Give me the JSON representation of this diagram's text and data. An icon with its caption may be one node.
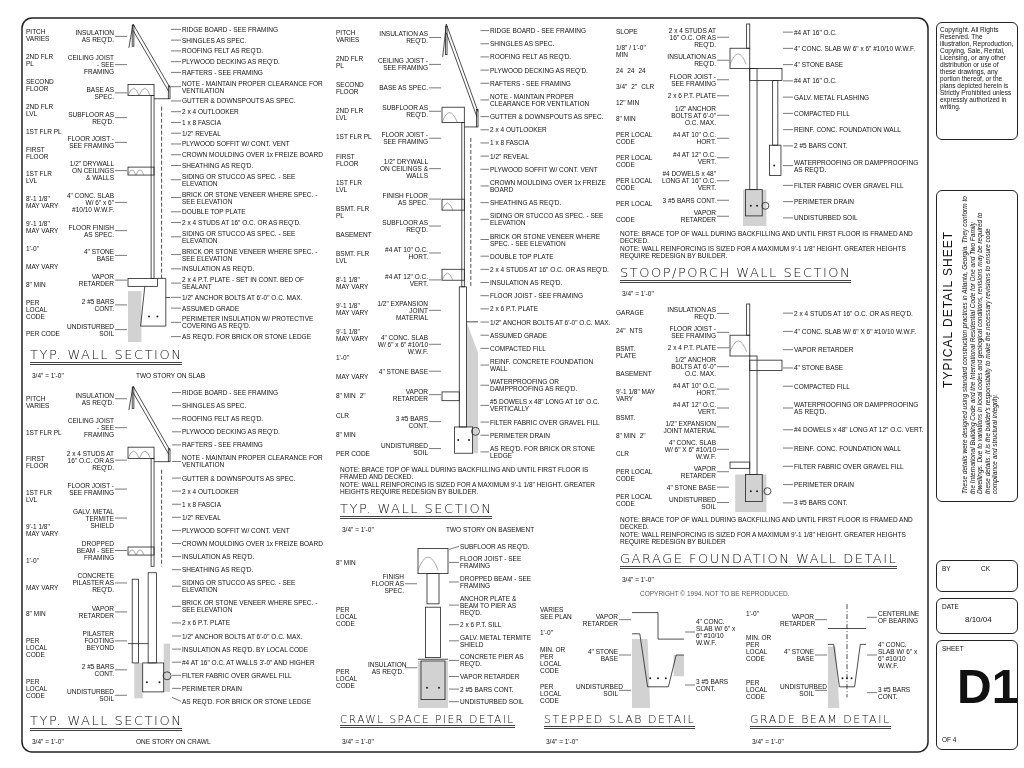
{
  "diagram": {
    "nodes": [
      {
        "text": [
          "INSULATION AS REQ'D."
        ]
      },
      {
        "text": [
          "CEILING JOIST - SEE FRAMING"
        ]
      },
      {
        "text": [
          "BASE AS SPEC."
        ]
      },
      {
        "text": [
          "SUBFLOOR AS REQ'D."
        ]
      },
      {
        "text": [
          "FLOOR JOIST - SEE FRAMING"
        ]
      },
      {
        "text": [
          "1/2\" DRYWALL ON CEILINGS & WALLS"
        ]
      },
      {
        "text": [
          "4\" CONC. SLAB W/ 6\" x 6\" #10/10 W.W.F."
        ]
      },
      {
        "text": [
          "FLOOR FINISH AS SPEC."
        ]
      },
      {
        "text": [
          "4\" STONE BASE"
        ]
      },
      {
        "text": [
          "VAPOR RETARDER"
        ]
      },
      {
        "text": [
          "2 #5 BARS CONT."
        ]
      },
      {
        "text": [
          "UNDISTURBED SOIL"
        ]
      },
      {
        "text": [
          "RIDGE BOARD - SEE FRAMING"
        ]
      },
      {
        "text": [
          "SHINGLES AS SPEC."
        ]
      },
      {
        "text": [
          "ROOFING FELT AS REQ'D."
        ]
      },
      {
        "text": [
          "PLYWOOD DECKING AS REQ'D."
        ]
      },
      {
        "text": [
          "RAFTERS - SEE FRAMING"
        ]
      },
      {
        "text": [
          "NOTE - MAINTAIN PROPER CLEARANCE FOR VENTILATION"
        ]
      },
      {
        "text": [
          "GUTTER & DOWNSPOUTS AS SPEC."
        ]
      },
      {
        "text": [
          "2 x 4 OUTLOOKER"
        ]
      },
      {
        "text": [
          "1 x 8 FASCIA"
        ]
      },
      {
        "text": [
          "1/2\" REVEAL"
        ]
      },
      {
        "text": [
          "PLYWOOD SOFFIT W/ CONT. VENT"
        ]
      },
      {
        "text": [
          "CROWN MOULDING OVER 1x FREIZE BOARD"
        ]
      },
      {
        "text": [
          "SHEATHING AS REQ'D."
        ]
      },
      {
        "text": [
          "SIDING OR STUCCO AS SPEC. - SEE ELEVATION"
        ]
      },
      {
        "text": [
          "BRICK OR STONE VENEER WHERE SPEC. - SEE ELEVATION"
        ]
      },
      {
        "text": [
          "DOUBLE TOP PLATE"
        ]
      },
      {
        "text": [
          "2 x 4 STUDS AT 16\" O.C. OR AS REQ'D."
        ]
      },
      {
        "text": [
          "SIDING OR STUCCO AS SPEC. - SEE ELEVATION"
        ]
      },
      {
        "text": [
          "BRICK OR STONE VENEER WHERE SPEC. - SEE ELEVATION"
        ]
      },
      {
        "text": [
          "INSULATION AS REQ'D."
        ]
      },
      {
        "text": [
          "2 x 4 P.T. PLATE - SET IN CONT. BED OF SEALANT"
        ]
      },
      {
        "text": [
          "1/2\" ANCHOR BOLTS AT 6'-0\" O.C. MAX."
        ]
      },
      {
        "text": [
          "ASSUMED GRADE"
        ]
      },
      {
        "text": [
          "PERIMETER INSULATION W/ PROTECTIVE COVERING AS REQ'D."
        ]
      },
      {
        "text": [
          "AS REQ'D. FOR BRICK OR STONE LEDGE"
        ]
      },
      {
        "text": [
          "INSULATION AS REQ'D."
        ]
      },
      {
        "text": [
          "CEILING JOIST - SEE FRAMING"
        ]
      },
      {
        "text": [
          "2 x 4 STUDS AT 16\" O.C. OR AS REQ'D."
        ]
      },
      {
        "text": [
          "FLOOR JOIST - SEE FRAMING"
        ]
      },
      {
        "text": [
          "GALV. METAL TERMITE SHIELD"
        ]
      },
      {
        "text": [
          "DROPPED BEAM - SEE FRAMING"
        ]
      },
      {
        "text": [
          "CONCRETE PILASTER AS REQ'D."
        ]
      },
      {
        "text": [
          "VAPOR RETARDER"
        ]
      },
      {
        "text": [
          "PILASTER FOOTING BEYOND"
        ]
      },
      {
        "text": [
          "2 #5 BARS CONT."
        ]
      },
      {
        "text": [
          "UNDISTURBED SOIL"
        ]
      },
      {
        "text": [
          "RIDGE BOARD - SEE FRAMING"
        ]
      },
      {
        "text": [
          "SHINGLES AS SPEC."
        ]
      },
      {
        "text": [
          "ROOFING FELT AS REQ'D."
        ]
      },
      {
        "text": [
          "PLYWOOD DECKING AS REQ'D."
        ]
      },
      {
        "text": [
          "RAFTERS - SEE FRAMING"
        ]
      },
      {
        "text": [
          "NOTE - MAINTAIN PROPER CLEARANCE FOR VENTILATION"
        ]
      },
      {
        "text": [
          "GUTTER & DOWNSPOUTS AS SPEC."
        ]
      },
      {
        "text": [
          "2 x 4 OUTLOOKER"
        ]
      },
      {
        "text": [
          "1 x 8 FASCIA"
        ]
      },
      {
        "text": [
          "1/2\" REVEAL"
        ]
      },
      {
        "text": [
          "PLYWOOD SOFFIT W/ CONT. VENT"
        ]
      },
      {
        "text": [
          "CROWN MOULDING OVER 1x FREIZE BOARD"
        ]
      },
      {
        "text": [
          "INSULATION AS REQ'D."
        ]
      },
      {
        "text": [
          "SHEATHING AS REQ'D."
        ]
      },
      {
        "text": [
          "SIDING OR STUCCO AS SPEC. - SEE ELEVATION"
        ]
      },
      {
        "text": [
          "BRICK OR STONE VENEER WHERE SPEC. - SEE ELEVATION"
        ]
      },
      {
        "text": [
          "2 x 6 P.T. PLATE"
        ]
      },
      {
        "text": [
          "1/2\" ANCHOR BOLTS AT 6'-0\" O.C. MAX."
        ]
      },
      {
        "text": [
          "INSULATION AS REQ'D. BY LOCAL CODE"
        ]
      },
      {
        "text": [
          "#4 AT 16\" O.C. AT WALLS 3'-0\" AND HIGHER"
        ]
      },
      {
        "text": [
          "FILTER FABRIC OVER GRAVEL FILL"
        ]
      },
      {
        "text": [
          "PERIMETER DRAIN"
        ]
      },
      {
        "text": [
          "AS REQ'D. FOR BRICK OR STONE LEDGE"
        ]
      },
      {
        "text": [
          "INSULATION AS REQ'D."
        ]
      },
      {
        "text": [
          "CEILING JOIST - SEE FRAMING"
        ]
      },
      {
        "text": [
          "BASE AS SPEC."
        ]
      },
      {
        "text": [
          "SUBFLOOR AS REQ'D."
        ]
      },
      {
        "text": [
          "FLOOR JOIST - SEE FRAMING"
        ]
      },
      {
        "text": [
          "1/2\" DRYWALL ON CEILINGS & WALLS"
        ]
      },
      {
        "text": [
          "FINISH FLOOR AS SPEC."
        ]
      },
      {
        "text": [
          "SUBFLOOR AS REQ'D."
        ]
      },
      {
        "text": [
          "#4 AT 10\" O.C. HORT."
        ]
      },
      {
        "text": [
          "#4 AT 12\" O.C. VERT."
        ]
      },
      {
        "text": [
          "1/2\" EXPANSION JOINT MATERIAL"
        ]
      },
      {
        "text": [
          "4\" CONC. SLAB W/ 6\" x 6\" #10/10 W.W.F."
        ]
      },
      {
        "text": [
          "4\" STONE BASE"
        ]
      },
      {
        "text": [
          "VAPOR RETARDER"
        ]
      },
      {
        "text": [
          "3 #5 BARS CONT."
        ]
      },
      {
        "text": [
          "UNDISTURBED SOIL"
        ]
      },
      {
        "text": [
          "RIDGE BOARD - SEE FRAMING"
        ]
      },
      {
        "text": [
          "SHINGLES AS SPEC."
        ]
      },
      {
        "text": [
          "ROOFING FELT AS REQ'D."
        ]
      },
      {
        "text": [
          "PLYWOOD DECKING AS REQ'D."
        ]
      },
      {
        "text": [
          "RAFTERS - SEE FRAMING"
        ]
      },
      {
        "text": [
          "NOTE - MAINTAIN PROPER CLEARANCE FOR VENTILATION"
        ]
      },
      {
        "text": [
          "GUTTER & DOWNSPOUTS AS SPEC."
        ]
      },
      {
        "text": [
          "2 x 4 OUTLOOKER"
        ]
      },
      {
        "text": [
          "1 x 8 FASCIA"
        ]
      },
      {
        "text": [
          "1/2\" REVEAL"
        ]
      },
      {
        "text": [
          "PLYWOOD SOFFIT W/ CONT. VENT"
        ]
      },
      {
        "text": [
          "CROWN MOULDING OVER 1x FREIZE BOARD"
        ]
      },
      {
        "text": [
          "SHEATHING AS REQ'D."
        ]
      },
      {
        "text": [
          "SIDING OR STUCCO AS SPEC. - SEE ELEVATION"
        ]
      },
      {
        "text": [
          "BRICK OR STONE VENEER WHERE SPEC. - SEE ELEVATION"
        ]
      },
      {
        "text": [
          "DOUBLE TOP PLATE"
        ]
      },
      {
        "text": [
          "2 x 4 STUDS AT 16\" O.C. OR AS REQ'D."
        ]
      },
      {
        "text": [
          "INSULATION AS REQ'D."
        ]
      },
      {
        "text": [
          "FLOOR JOIST - SEE FRAMING"
        ]
      },
      {
        "text": [
          "2 x 6 P.T. PLATE"
        ]
      },
      {
        "text": [
          "1/2\" ANCHOR BOLTS AT 6'-0\" O.C. MAX."
        ]
      },
      {
        "text": [
          "ASSUMED GRADE"
        ]
      },
      {
        "text": [
          "COMPACTED FILL"
        ]
      },
      {
        "text": [
          "REINF. CONCRETE FOUNDATION WALL"
        ]
      },
      {
        "text": [
          "WATERPROOFING OR DAMPPROOFING AS REQ'D."
        ]
      },
      {
        "text": [
          "#5 DOWELS x 48\" LONG AT 16\" O.C. VERTICALLY"
        ]
      },
      {
        "text": [
          "FILTER FABRIC OVER GRAVEL FILL"
        ]
      },
      {
        "text": [
          "PERIMETER DRAIN"
        ]
      },
      {
        "text": [
          "AS REQ'D. FOR BRICK OR STONE LEDGE"
        ]
      },
      {
        "text": [
          "2 x 4 STUDS AT 16\" O.C. OR AS REQ'D."
        ]
      },
      {
        "text": [
          "INSULATION AS REQ'D."
        ]
      },
      {
        "text": [
          "FLOOR JOIST - SEE FRAMING"
        ]
      },
      {
        "text": [
          "2 x 6 P.T. PLATE"
        ]
      },
      {
        "text": [
          "1/2\" ANCHOR BOLTS AT 6'-0\" O.C. MAX."
        ]
      },
      {
        "text": [
          "#4 AT 10\" O.C. HORT."
        ]
      },
      {
        "text": [
          "#4 AT 12\" O.C. VERT."
        ]
      },
      {
        "text": [
          "#4 DOWELS x 48\" LONG AT 16\" O.C. VERT."
        ]
      },
      {
        "text": [
          "3 #5 BARS CONT."
        ]
      },
      {
        "text": [
          "VAPOR RETARDER"
        ]
      },
      {
        "text": [
          "#4 AT 16\" O.C."
        ]
      },
      {
        "text": [
          "4\" CONC. SLAB W/ 6\" x 6\" #10/10 W.W.F."
        ]
      },
      {
        "text": [
          "4\" STONE BASE"
        ]
      },
      {
        "text": [
          "#4 AT 16\" O.C."
        ]
      },
      {
        "text": [
          "GALV. METAL FLASHING"
        ]
      },
      {
        "text": [
          "COMPACTED FILL"
        ]
      },
      {
        "text": [
          "REINF. CONC. FOUNDATION WALL"
        ]
      },
      {
        "text": [
          "2 #5 BARS CONT."
        ]
      },
      {
        "text": [
          "WATERPROOFING OR DAMPPROOFING AS REQ'D."
        ]
      },
      {
        "text": [
          "FILTER FABRIC OVER GRAVEL FILL"
        ]
      },
      {
        "text": [
          "PERIMETER DRAIN"
        ]
      },
      {
        "text": [
          "UNDISTURBED SOIL"
        ]
      },
      {
        "text": [
          "INSULATION AS REQ'D."
        ]
      },
      {
        "text": [
          "FLOOR JOIST - SEE FRAMING"
        ]
      },
      {
        "text": [
          "2 x 4 P.T. PLATE"
        ]
      },
      {
        "text": [
          "1/2\" ANCHOR BOLTS AT 6'-0\" O.C. MAX."
        ]
      },
      {
        "text": [
          "#4 AT 10\" O.C. HORT."
        ]
      },
      {
        "text": [
          "#4 AT 12\" O.C. VERT."
        ]
      },
      {
        "text": [
          "1/2\" EXPANSION JOINT MATERIAL"
        ]
      },
      {
        "text": [
          "4\" CONC. SLAB W/ 6\" X 6\" #10/10 W.W.F."
        ]
      },
      {
        "text": [
          "VAPOR RETARDER"
        ]
      },
      {
        "text": [
          "4\" STONE BASE"
        ]
      },
      {
        "text": [
          "UNDISTURBED SOIL"
        ]
      },
      {
        "text": [
          "2 x 4 STUDS AT 16\" O.C. OR AS REQ'D."
        ]
      },
      {
        "text": [
          "4\" CONC. SLAB W/ 6\" X 6\" #10/10 W.W.F."
        ]
      },
      {
        "text": [
          "VAPOR RETARDER"
        ]
      },
      {
        "text": [
          "4\" STONE BASE"
        ]
      },
      {
        "text": [
          "COMPACTED FILL"
        ]
      },
      {
        "text": [
          "WATERPROOFING OR DAMPPROOFING AS REQ'D."
        ]
      },
      {
        "text": [
          "#4 DOWELS x 48\" LONG AT 12\" O.C. VERT."
        ]
      },
      {
        "text": [
          "REINF. CONC. FOUNDATION WALL"
        ]
      },
      {
        "text": [
          "FILTER FABRIC OVER GRAVEL FILL"
        ]
      },
      {
        "text": [
          "PERIMETER DRAIN"
        ]
      },
      {
        "text": [
          "3 #5 BARS CONT."
        ]
      },
      {
        "text": [
          "FINISH FLOOR AS SPEC."
        ]
      },
      {
        "text": [
          "INSULATION AS REQ'D."
        ]
      },
      {
        "text": [
          "SUBFLOOR AS REQ'D."
        ]
      },
      {
        "text": [
          "FLOOR JOIST - SEE FRAMING"
        ]
      },
      {
        "text": [
          "DROPPED BEAM - SEE FRAMING"
        ]
      },
      {
        "text": [
          "ANCHOR PLATE & BEAM TO PIER AS REQ'D."
        ]
      },
      {
        "text": [
          "2 x 6 P.T. SILL"
        ]
      },
      {
        "text": [
          "GALV. METAL TERMITE SHIELD"
        ]
      },
      {
        "text": [
          "CONCRETE PIER AS REQ'D."
        ]
      },
      {
        "text": [
          "VAPOR RETARDER"
        ]
      },
      {
        "text": [
          "2 #5 BARS CONT."
        ]
      },
      {
        "text": [
          "UNDISTURBED SOIL"
        ]
      },
      {
        "text": [
          "VAPOR RETARDER"
        ]
      },
      {
        "text": [
          "4\" STONE BASE"
        ]
      },
      {
        "text": [
          "UNDISTURBED SOIL"
        ]
      },
      {
        "text": [
          "4\" CONC. SLAB W/ 6\" x 6\" #10/10 W.W.F."
        ]
      },
      {
        "text": [
          "3 #5 BARS CONT."
        ]
      },
      {
        "text": [
          "VAPOR RETARDER"
        ]
      },
      {
        "text": [
          "4\" STONE BASE"
        ]
      },
      {
        "text": [
          "UNDISTURBED SOIL"
        ]
      },
      {
        "text": [
          "CENTERLINE OF BEARING"
        ]
      },
      {
        "text": [
          "4\" CONC. SLAB W/ 6\" x 6\" #10/10 W.W.F."
        ]
      },
      {
        "text": [
          "3 #5 BARS CONT."
        ]
      },
      {
        "text": [
          "Copyright. All Rights Reserved. The illustration, Reproduction, Copying, Sale, Rental, Licensing, or any other distribution or use of these drawings, any portion thereof, or the plans depicted herein is Strictly Prohibited unless expressly authorized in writing."
        ]
      },
      {
        "text": [
          "TYPICAL DETAIL SHEET",
          "These details were designed using standard construction practices in Atlanta, Georgia. They conform to the International Building Code and the International Residential Code for One and Two Family Dwellings. Due to variations in local codes and geological conditions, revisions may be required to these details. It is the builder's responsibility to make the necessary revisions to ensure code compliance and structural integrity."
        ]
      },
      {
        "text": [
          "BY",
          "CK"
        ]
      },
      {
        "text": [
          "DATE",
          "8/10/04"
        ]
      },
      {
        "text": [
          "SHEET",
          "D1",
          "OF 4"
        ]
      },
      {
        "text": [],
        "shape": "picture"
      },
      {
        "text": [],
        "shape": "picture"
      },
      {
        "text": [],
        "shape": "picture"
      },
      {
        "text": [],
        "shape": "picture"
      },
      {
        "text": [],
        "shape": "picture"
      },
      {
        "text": [],
        "shape": "picture"
      },
      {
        "text": [],
        "shape": "picture"
      },
      {
        "text": [],
        "shape": "picture"
      }
    ],
    "edges": [
      {
        "from": 0,
        "to": 188,
        "arrow": "none"
      },
      {
        "from": 1,
        "to": 188,
        "arrow": "none"
      },
      {
        "from": 2,
        "to": 188,
        "arrow": "none"
      },
      {
        "from": 3,
        "to": 188,
        "arrow": "none"
      },
      {
        "from": 4,
        "to": 188,
        "arrow": "none"
      },
      {
        "from": 5,
        "to": 188,
        "arrow": "none"
      },
      {
        "from": 6,
        "to": 188,
        "arrow": "none"
      },
      {
        "from": 7,
        "to": 188,
        "arrow": "none"
      },
      {
        "from": 8,
        "to": 188,
        "arrow": "none"
      },
      {
        "from": 9,
        "to": 188,
        "arrow": "none"
      },
      {
        "from": 10,
        "to": 188,
        "arrow": "none"
      },
      {
        "from": 11,
        "to": 188,
        "arrow": "none"
      },
      {
        "from": 12,
        "to": 188,
        "arrow": "none"
      },
      {
        "from": 13,
        "to": 188,
        "arrow": "none"
      },
      {
        "from": 14,
        "to": 188,
        "arrow": "none"
      },
      {
        "from": 15,
        "to": 188,
        "arrow": "none"
      },
      {
        "from": 16,
        "to": 188,
        "arrow": "none"
      },
      {
        "from": 17,
        "to": 188,
        "arrow": "none"
      },
      {
        "from": 18,
        "to": 188,
        "arrow": "none"
      },
      {
        "from": 19,
        "to": 188,
        "arrow": "none"
      },
      {
        "from": 20,
        "to": 188,
        "arrow": "none"
      },
      {
        "from": 21,
        "to": 188,
        "arrow": "none"
      },
      {
        "from": 22,
        "to": 188,
        "arrow": "none"
      },
      {
        "from": 23,
        "to": 188,
        "arrow": "none"
      },
      {
        "from": 24,
        "to": 188,
        "arrow": "none"
      },
      {
        "from": 25,
        "to": 188,
        "arrow": "none"
      },
      {
        "from": 26,
        "to": 188,
        "arrow": "none"
      },
      {
        "from": 27,
        "to": 188,
        "arrow": "none"
      },
      {
        "from": 28,
        "to": 188,
        "arrow": "none"
      },
      {
        "from": 29,
        "to": 188,
        "arrow": "none"
      },
      {
        "from": 30,
        "to": 188,
        "arrow": "none"
      },
      {
        "from": 31,
        "to": 188,
        "arrow": "none"
      },
      {
        "from": 32,
        "to": 188,
        "arrow": "none"
      },
      {
        "from": 33,
        "to": 188,
        "arrow": "none"
      },
      {
        "from": 34,
        "to": 188,
        "arrow": "none"
      },
      {
        "from": 35,
        "to": 188,
        "arrow": "none"
      },
      {
        "from": 36,
        "to": 188,
        "arrow": "none"
      },
      {
        "from": 37,
        "to": 189,
        "arrow": "none"
      },
      {
        "from": 38,
        "to": 189,
        "arrow": "none"
      },
      {
        "from": 39,
        "to": 189,
        "arrow": "none"
      },
      {
        "from": 40,
        "to": 189,
        "arrow": "none"
      },
      {
        "from": 41,
        "to": 189,
        "arrow": "none"
      },
      {
        "from": 42,
        "to": 189,
        "arrow": "none"
      },
      {
        "from": 43,
        "to": 189,
        "arrow": "none"
      },
      {
        "from": 44,
        "to": 189,
        "arrow": "none"
      },
      {
        "from": 45,
        "to": 189,
        "arrow": "none"
      },
      {
        "from": 46,
        "to": 189,
        "arrow": "none"
      },
      {
        "from": 47,
        "to": 189,
        "arrow": "none"
      },
      {
        "from": 48,
        "to": 189,
        "arrow": "none"
      },
      {
        "from": 49,
        "to": 189,
        "arrow": "none"
      },
      {
        "from": 50,
        "to": 189,
        "arrow": "none"
      },
      {
        "from": 51,
        "to": 189,
        "arrow": "none"
      },
      {
        "from": 52,
        "to": 189,
        "arrow": "none"
      },
      {
        "from": 53,
        "to": 189,
        "arrow": "none"
      },
      {
        "from": 54,
        "to": 189,
        "arrow": "none"
      },
      {
        "from": 55,
        "to": 189,
        "arrow": "none"
      },
      {
        "from": 56,
        "to": 189,
        "arrow": "none"
      },
      {
        "from": 57,
        "to": 189,
        "arrow": "none"
      },
      {
        "from": 58,
        "to": 189,
        "arrow": "none"
      },
      {
        "from": 59,
        "to": 189,
        "arrow": "none"
      },
      {
        "from": 60,
        "to": 189,
        "arrow": "none"
      },
      {
        "from": 61,
        "to": 189,
        "arrow": "none"
      },
      {
        "from": 62,
        "to": 189,
        "arrow": "none"
      },
      {
        "from": 63,
        "to": 189,
        "arrow": "none"
      },
      {
        "from": 64,
        "to": 189,
        "arrow": "none"
      },
      {
        "from": 65,
        "to": 189,
        "arrow": "none"
      },
      {
        "from": 66,
        "to": 189,
        "arrow": "none"
      },
      {
        "from": 67,
        "to": 189,
        "arrow": "none"
      },
      {
        "from": 68,
        "to": 189,
        "arrow": "none"
      },
      {
        "from": 69,
        "to": 189,
        "arrow": "none"
      },
      {
        "from": 70,
        "to": 189,
        "arrow": "none"
      },
      {
        "from": 71,
        "to": 190,
        "arrow": "none"
      },
      {
        "from": 72,
        "to": 190,
        "arrow": "none"
      },
      {
        "from": 73,
        "to": 190,
        "arrow": "none"
      },
      {
        "from": 74,
        "to": 190,
        "arrow": "none"
      },
      {
        "from": 75,
        "to": 190,
        "arrow": "none"
      },
      {
        "from": 76,
        "to": 190,
        "arrow": "none"
      },
      {
        "from": 77,
        "to": 190,
        "arrow": "none"
      },
      {
        "from": 78,
        "to": 190,
        "arrow": "none"
      },
      {
        "from": 79,
        "to": 190,
        "arrow": "none"
      },
      {
        "from": 80,
        "to": 190,
        "arrow": "none"
      },
      {
        "from": 81,
        "to": 190,
        "arrow": "none"
      },
      {
        "from": 82,
        "to": 190,
        "arrow": "none"
      },
      {
        "from": 83,
        "to": 190,
        "arrow": "none"
      },
      {
        "from": 84,
        "to": 190,
        "arrow": "none"
      },
      {
        "from": 85,
        "to": 190,
        "arrow": "none"
      },
      {
        "from": 86,
        "to": 190,
        "arrow": "none"
      },
      {
        "from": 87,
        "to": 190,
        "arrow": "none"
      },
      {
        "from": 88,
        "to": 190,
        "arrow": "none"
      },
      {
        "from": 89,
        "to": 190,
        "arrow": "none"
      },
      {
        "from": 90,
        "to": 190,
        "arrow": "none"
      },
      {
        "from": 91,
        "to": 190,
        "arrow": "none"
      },
      {
        "from": 92,
        "to": 190,
        "arrow": "none"
      },
      {
        "from": 93,
        "to": 190,
        "arrow": "none"
      },
      {
        "from": 94,
        "to": 190,
        "arrow": "none"
      },
      {
        "from": 95,
        "to": 190,
        "arrow": "none"
      },
      {
        "from": 96,
        "to": 190,
        "arrow": "none"
      },
      {
        "from": 97,
        "to": 190,
        "arrow": "none"
      },
      {
        "from": 98,
        "to": 190,
        "arrow": "none"
      },
      {
        "from": 99,
        "to": 190,
        "arrow": "none"
      },
      {
        "from": 100,
        "to": 190,
        "arrow": "none"
      },
      {
        "from": 101,
        "to": 190,
        "arrow": "none"
      },
      {
        "from": 102,
        "to": 190,
        "arrow": "none"
      },
      {
        "from": 103,
        "to": 190,
        "arrow": "none"
      },
      {
        "from": 104,
        "to": 190,
        "arrow": "none"
      },
      {
        "from": 105,
        "to": 190,
        "arrow": "none"
      },
      {
        "from": 106,
        "to": 190,
        "arrow": "none"
      },
      {
        "from": 107,
        "to": 190,
        "arrow": "none"
      },
      {
        "from": 108,
        "to": 190,
        "arrow": "none"
      },
      {
        "from": 109,
        "to": 190,
        "arrow": "none"
      },
      {
        "from": 110,
        "to": 190,
        "arrow": "none"
      },
      {
        "from": 111,
        "to": 190,
        "arrow": "none"
      },
      {
        "from": 112,
        "to": 190,
        "arrow": "none"
      },
      {
        "from": 113,
        "to": 190,
        "arrow": "none"
      },
      {
        "from": 114,
        "to": 190,
        "arrow": "none"
      },
      {
        "from": 115,
        "to": 190,
        "arrow": "none"
      },
      {
        "from": 116,
        "to": 191,
        "arrow": "none"
      },
      {
        "from": 117,
        "to": 191,
        "arrow": "none"
      },
      {
        "from": 118,
        "to": 191,
        "arrow": "none"
      },
      {
        "from": 119,
        "to": 191,
        "arrow": "none"
      },
      {
        "from": 120,
        "to": 191,
        "arrow": "none"
      },
      {
        "from": 121,
        "to": 191,
        "arrow": "none"
      },
      {
        "from": 122,
        "to": 191,
        "arrow": "none"
      },
      {
        "from": 123,
        "to": 191,
        "arrow": "none"
      },
      {
        "from": 124,
        "to": 191,
        "arrow": "none"
      },
      {
        "from": 125,
        "to": 191,
        "arrow": "none"
      },
      {
        "from": 126,
        "to": 191,
        "arrow": "none"
      },
      {
        "from": 127,
        "to": 191,
        "arrow": "none"
      },
      {
        "from": 128,
        "to": 191,
        "arrow": "none"
      },
      {
        "from": 129,
        "to": 191,
        "arrow": "none"
      },
      {
        "from": 130,
        "to": 191,
        "arrow": "none"
      },
      {
        "from": 131,
        "to": 191,
        "arrow": "none"
      },
      {
        "from": 132,
        "to": 191,
        "arrow": "none"
      },
      {
        "from": 133,
        "to": 191,
        "arrow": "none"
      },
      {
        "from": 134,
        "to": 191,
        "arrow": "none"
      },
      {
        "from": 135,
        "to": 191,
        "arrow": "none"
      },
      {
        "from": 136,
        "to": 191,
        "arrow": "none"
      },
      {
        "from": 137,
        "to": 191,
        "arrow": "none"
      },
      {
        "from": 138,
        "to": 192,
        "arrow": "none"
      },
      {
        "from": 139,
        "to": 192,
        "arrow": "none"
      },
      {
        "from": 140,
        "to": 192,
        "arrow": "none"
      },
      {
        "from": 141,
        "to": 192,
        "arrow": "none"
      },
      {
        "from": 142,
        "to": 192,
        "arrow": "none"
      },
      {
        "from": 143,
        "to": 192,
        "arrow": "none"
      },
      {
        "from": 144,
        "to": 192,
        "arrow": "none"
      },
      {
        "from": 145,
        "to": 192,
        "arrow": "none"
      },
      {
        "from": 146,
        "to": 192,
        "arrow": "none"
      },
      {
        "from": 147,
        "to": 192,
        "arrow": "none"
      },
      {
        "from": 148,
        "to": 192,
        "arrow": "none"
      },
      {
        "from": 149,
        "to": 192,
        "arrow": "none"
      },
      {
        "from": 150,
        "to": 192,
        "arrow": "none"
      },
      {
        "from": 151,
        "to": 192,
        "arrow": "none"
      },
      {
        "from": 152,
        "to": 192,
        "arrow": "none"
      },
      {
        "from": 153,
        "to": 192,
        "arrow": "none"
      },
      {
        "from": 154,
        "to": 192,
        "arrow": "none"
      },
      {
        "from": 155,
        "to": 192,
        "arrow": "none"
      },
      {
        "from": 156,
        "to": 192,
        "arrow": "none"
      },
      {
        "from": 157,
        "to": 192,
        "arrow": "none"
      },
      {
        "from": 158,
        "to": 192,
        "arrow": "none"
      },
      {
        "from": 159,
        "to": 192,
        "arrow": "none"
      },
      {
        "from": 160,
        "to": 193,
        "arrow": "none"
      },
      {
        "from": 161,
        "to": 193,
        "arrow": "none"
      },
      {
        "from": 162,
        "to": 193,
        "arrow": "none"
      },
      {
        "from": 163,
        "to": 193,
        "arrow": "none"
      },
      {
        "from": 164,
        "to": 193,
        "arrow": "none"
      },
      {
        "from": 165,
        "to": 193,
        "arrow": "none"
      },
      {
        "from": 166,
        "to": 193,
        "arrow": "none"
      },
      {
        "from": 167,
        "to": 193,
        "arrow": "none"
      },
      {
        "from": 168,
        "to": 193,
        "arrow": "none"
      },
      {
        "from": 169,
        "to": 193,
        "arrow": "none"
      },
      {
        "from": 170,
        "to": 193,
        "arrow": "none"
      },
      {
        "from": 171,
        "to": 193,
        "arrow": "none"
      },
      {
        "from": 172,
        "to": 194,
        "arrow": "none"
      },
      {
        "from": 173,
        "to": 194,
        "arrow": "none"
      },
      {
        "from": 174,
        "to": 194,
        "arrow": "none"
      },
      {
        "from": 175,
        "to": 194,
        "arrow": "none"
      },
      {
        "from": 176,
        "to": 194,
        "arrow": "none"
      },
      {
        "from": 177,
        "to": 195,
        "arrow": "none"
      },
      {
        "from": 178,
        "to": 195,
        "arrow": "none"
      },
      {
        "from": 179,
        "to": 195,
        "arrow": "none"
      },
      {
        "from": 180,
        "to": 195,
        "arrow": "none"
      },
      {
        "from": 181,
        "to": 195,
        "arrow": "none"
      },
      {
        "from": 182,
        "to": 195,
        "arrow": "none"
      }
    ],
    "labels": [
      "PITCH VARIES",
      "2ND FLR PL",
      "SECOND FLOOR",
      "2ND FLR LVL",
      "1ST FLR PL",
      "FIRST FLOOR",
      "1ST FLR LVL",
      "8'-1 1/8\" MAY VARY",
      "9'-1 1/8\" MAY VARY",
      "1'-0\"",
      "MAY VARY",
      "8\" MIN",
      "PER LOCAL CODE",
      "PER CODE",
      "TYP. WALL SECTION",
      "3/4\" = 1'-0\"",
      "TWO STORY ON SLAB",
      "PITCH VARIES",
      "1ST FLR PL",
      "FIRST FLOOR",
      "1ST FLR LVL",
      "9'-1 1/8\" MAY VARY",
      "1'-0\"",
      "MAY VARY",
      "8\" MIN",
      "PER LOCAL CODE",
      "PER LOCAL CODE",
      "TYP. WALL SECTION",
      "3/4\" = 1'-0\"",
      "ONE STORY ON CRAWL",
      "PITCH VARIES",
      "2ND FLR PL",
      "SECOND FLOOR",
      "2ND FLR LVL",
      "1ST FLR PL",
      "FIRST FLOOR",
      "1ST FLR LVL",
      "BSMT. FLR PL",
      "BASEMENT",
      "BSMT. FLR LVL",
      "8'-1 1/8\" MAY VARY",
      "9'-1 1/8\" MAY VARY",
      "9'-1 1/8\" MAY VARY",
      "1'-0\"",
      "MAY VARY",
      "8\" MIN",
      "2\"",
      "CLR",
      "8\" MIN",
      "PER CODE",
      "NOTE: BRACE TOP OF WALL DURING BACKFILLING AND UNTIL FIRST FLOOR IS FRAMED AND DECKED.",
      "NOTE: WALL REINFORCING IS SIZED FOR A MAXIMUM 9'-1 1/8\" HEIGHT. GREATER HEIGHTS REQUIRE REDESIGN BY BUILDER.",
      "TYP. WALL SECTION",
      "3/4\" = 1'-0\"",
      "TWO STORY ON BASEMENT",
      "SLOPE",
      "1/8\" / 1'-0\" MIN",
      "24",
      "24",
      "24",
      "3/4\"",
      "2\"",
      "CLR",
      "12\" MIN",
      "8\" MIN",
      "PER LOCAL CODE",
      "PER LOCAL CODE",
      "PER LOCAL CODE",
      "PER LOCAL",
      "CODE",
      "NOTE: BRACE TOP OF WALL DURING BACKFILLING AND UNTIL FIRST FLOOR IS FRAMED AND DECKED.",
      "NOTE: WALL REINFORCING IS SIZED FOR A MAXIMUM 9'-1 1/8\" HEIGHT. GREATER HEIGHTS REQUIRE REDESIGN BY BUILDER.",
      "STOOP/PORCH WALL SECTION",
      "3/4\" = 1'-0\"",
      "GARAGE",
      "24\"",
      "NTS",
      "BSMT. PLATE",
      "BASEMENT",
      "9'-1 1/8\" MAY VARY",
      "BSMT.",
      "8\" MIN",
      "2\"",
      "CLR",
      "PER LOCAL CODE",
      "PER LOCAL CODE",
      "NOTE: BRACE TOP OF WALL DURING BACKFILLING AND UNTIL FIRST FLOOR IS FRAMED AND DECKED.",
      "NOTE: WALL REINFORCING IS SIZED FOR A MAXIMUM 9'-1 1/8\" HEIGHT. GREATER HEIGHTS REQUIRE REDESIGN BY BUILDER",
      "GARAGE FOUNDATION WALL DETAIL",
      "3/4\" = 1'-0\"",
      "8\" MIN",
      "PER LOCAL CODE",
      "PER LOCAL CODE",
      "CRAWL SPACE PIER DETAIL",
      "3/4\" = 1'-0\"",
      "VARIES SEE PLAN",
      "1'-0\"",
      "MIN. OR PER LOCAL CODE",
      "PER LOCAL CODE",
      "STEPPED SLAB DETAIL",
      "3/4\" = 1'-0\"",
      "1'-0\"",
      "MIN. OR PER LOCAL CODE",
      "PER LOCAL CODE",
      "GRADE BEAM DETAIL",
      "3/4\" = 1'-0\"",
      "COPYRIGHT © 1994. NOT TO BE REPRODUCED."
    ]
  }
}
